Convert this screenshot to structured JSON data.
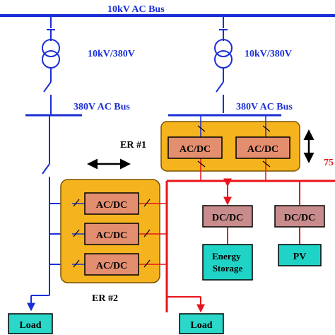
{
  "bus_10kv_label": "10kV AC Bus",
  "transformers": [
    {
      "label": "10kV/380V"
    },
    {
      "label": "10kV/380V"
    }
  ],
  "bus_380v_left_label": "380V AC Bus",
  "bus_380v_right_label": "380V AC Bus",
  "er1": {
    "label": "ER #1",
    "converters": [
      "AC/DC",
      "AC/DC"
    ]
  },
  "er2": {
    "label": "ER #2",
    "converters": [
      "AC/DC",
      "AC/DC",
      "AC/DC"
    ]
  },
  "dc_bus_voltage_label": "75",
  "dcdc_units": [
    {
      "label": "DC/DC",
      "device": "Energy Storage"
    },
    {
      "label": "DC/DC",
      "device": "PV"
    }
  ],
  "loads": [
    "Load",
    "Load"
  ],
  "colors": {
    "ac_line": "#1a2fd6",
    "dc_line": "#e8141a",
    "router_fill": "#f5b31e",
    "router_stroke": "#7a5200",
    "converter_fill": "#e48e70",
    "dcdc_fill": "#c98c8c",
    "device_fill": "#1fd3c6",
    "load_fill": "#2ad7c8",
    "text_blue": "#1a2fd6"
  }
}
